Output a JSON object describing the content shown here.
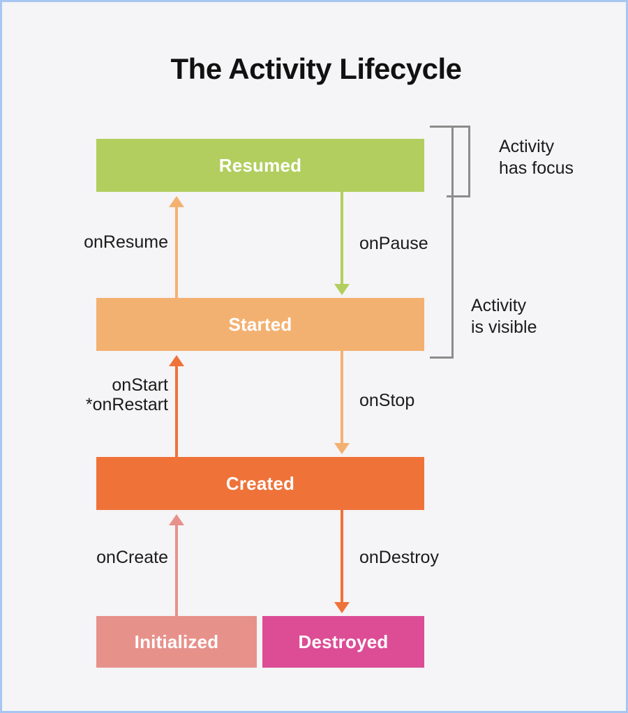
{
  "diagram": {
    "title": "The Activity Lifecycle",
    "type": "state-machine",
    "background_color": "#F5F4F6",
    "border_color": "#A8C6F2",
    "states": [
      {
        "id": "resumed",
        "label": "Resumed",
        "color": "#B1CE5E"
      },
      {
        "id": "started",
        "label": "Started",
        "color": "#F3B171"
      },
      {
        "id": "created",
        "label": "Created",
        "color": "#EF7239"
      },
      {
        "id": "initialized",
        "label": "Initialized",
        "color": "#E7918B"
      },
      {
        "id": "destroyed",
        "label": "Destroyed",
        "color": "#DC4D96"
      }
    ],
    "transitions": [
      {
        "id": "on-resume",
        "label": "onResume",
        "from": "started",
        "to": "resumed",
        "direction": "up",
        "color": "#F3B171"
      },
      {
        "id": "on-pause",
        "label": "onPause",
        "from": "resumed",
        "to": "started",
        "direction": "down",
        "color": "#B1CE5E"
      },
      {
        "id": "on-start",
        "label": "onStart\n*onRestart",
        "from": "created",
        "to": "started",
        "direction": "up",
        "color": "#EF7239"
      },
      {
        "id": "on-stop",
        "label": "onStop",
        "from": "started",
        "to": "created",
        "direction": "down",
        "color": "#F3B171"
      },
      {
        "id": "on-create",
        "label": "onCreate",
        "from": "initialized",
        "to": "created",
        "direction": "up",
        "color": "#E7918B"
      },
      {
        "id": "on-destroy",
        "label": "onDestroy",
        "from": "created",
        "to": "destroyed",
        "direction": "down",
        "color": "#EF7239"
      }
    ],
    "annotations": [
      {
        "id": "has-focus",
        "label": "Activity\nhas focus",
        "covers": [
          "resumed"
        ],
        "bracket_color": "#8C8C8C"
      },
      {
        "id": "is-visible",
        "label": "Activity\nis visible",
        "covers": [
          "resumed",
          "started"
        ],
        "bracket_color": "#8C8C8C"
      }
    ]
  }
}
